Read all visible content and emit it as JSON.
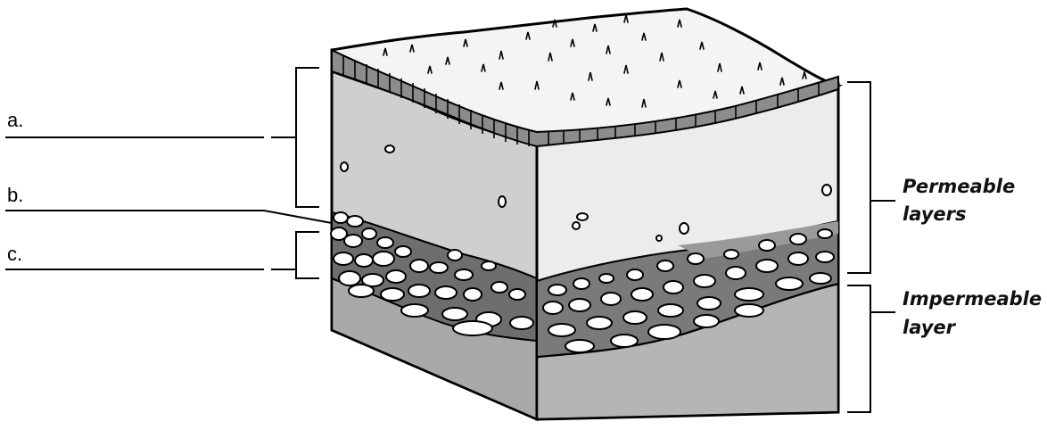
{
  "labels": {
    "a": "a.",
    "b": "b.",
    "c": "c.",
    "permeable_line1": "Permeable",
    "permeable_line2": "layers",
    "impermeable_line1": "Impermeable",
    "impermeable_line2": "layer"
  }
}
